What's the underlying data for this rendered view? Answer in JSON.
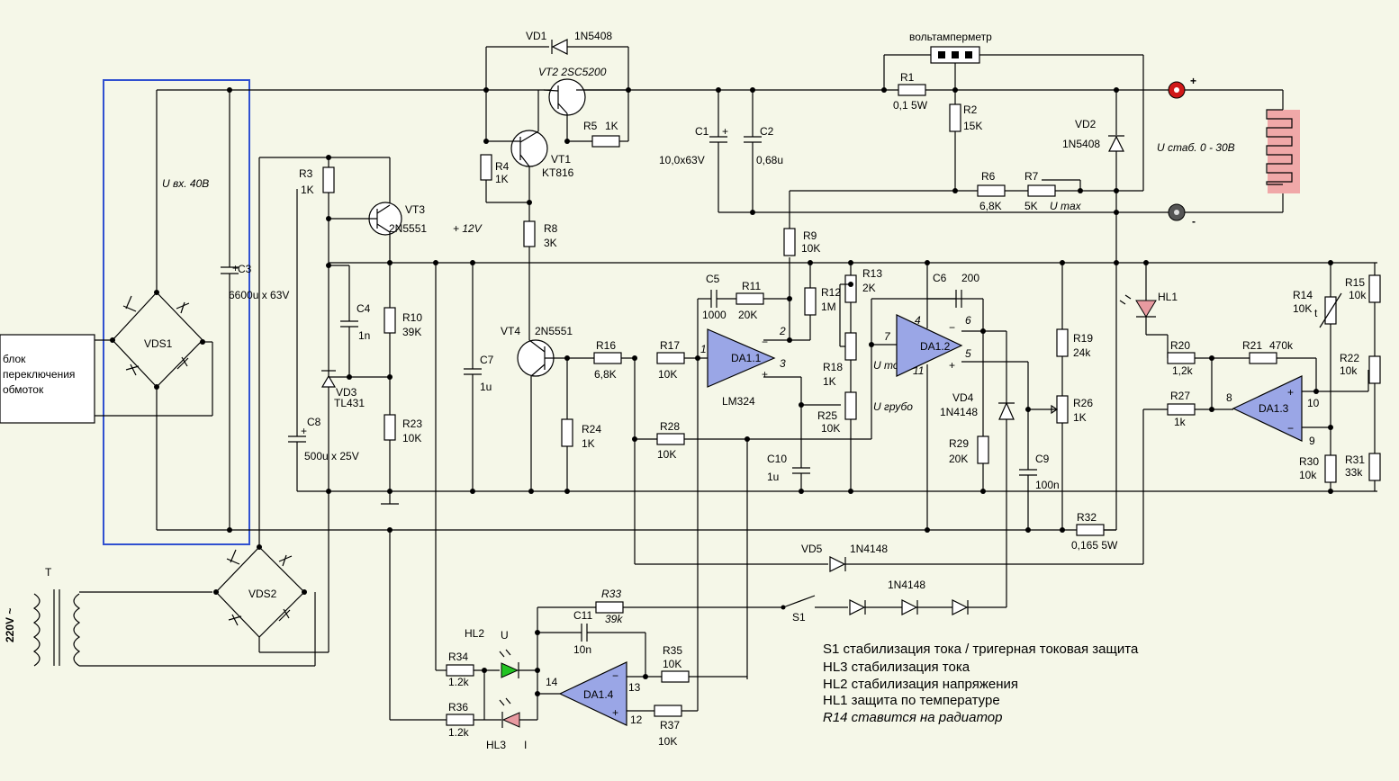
{
  "colors": {
    "background": "#f5f7e8",
    "opamp_fill": "#9aa6e6",
    "selection_box": "#3050d0",
    "led_green": "#22c422",
    "led_red": "#e89aa0",
    "coil": "#f0a8a8",
    "terminal_pos": "#d01818",
    "terminal_neg": "#555555"
  },
  "labels": {
    "vd1": "VD1",
    "vd1_part": "1N5408",
    "vt2": "VT2  2SC5200",
    "vt1": "VT1",
    "vt1_part": "KT816",
    "r5": "R5",
    "r5_val": "1K",
    "r4": "R4",
    "r4_val": "1K",
    "r8": "R8",
    "r8_val": "3K",
    "vt3": "VT3",
    "vt3_part": "2N5551",
    "r3": "R3",
    "r3_val": "1K",
    "plus12": "+ 12V",
    "uvh": "U вх.  40В",
    "c3": "C3",
    "c3_val": "6600u x 63V",
    "block_text": [
      "блок",
      "переключения",
      "обмоток"
    ],
    "vds1": "VDS1",
    "vds2": "VDS2",
    "c4": "C4",
    "c4_val": "1n",
    "r10": "R10",
    "r10_val": "39K",
    "vd3": "VD3",
    "vd3_part": "TL431",
    "r23": "R23",
    "r23_val": "10K",
    "c8": "C8",
    "c8_val": "500u x 25V",
    "c7": "C7",
    "c7_val": "1u",
    "vt4": "VT4",
    "vt4_part": "2N5551",
    "r24": "R24",
    "r24_val": "1K",
    "r16": "R16",
    "r16_val": "6,8K",
    "r17": "R17",
    "r17_val": "10K",
    "r28": "R28",
    "r28_val": "10K",
    "c5": "C5",
    "c5_val": "1000",
    "r11": "R11",
    "r11_val": "20K",
    "da11": "DA1.1",
    "lm324": "LM324",
    "pin1": "1",
    "pin2": "2",
    "pin3": "3",
    "r9": "R9",
    "r9_val": "10K",
    "r12": "R12",
    "r12_val": "1M",
    "r13": "R13",
    "r13_val": "2K",
    "r18": "R18",
    "r18_val": "1K",
    "r25": "R25",
    "r25_val": "10K",
    "c10": "C10",
    "c10_val": "1u",
    "u_tochno": "U точно",
    "u_grubo": "U грубо",
    "c6": "C6",
    "c6_val": "200",
    "da12": "DA1.2",
    "pin4": "4",
    "pin6": "6",
    "pin7": "7",
    "pin5": "5",
    "pin11": "11",
    "vd4": "VD4",
    "vd4_part": "1N4148",
    "r29": "R29",
    "r29_val": "20K",
    "c9": "C9",
    "c9_val": "100n",
    "r19": "R19",
    "r19_val": "24k",
    "r26": "R26",
    "r26_val": "1K",
    "r32": "R32",
    "r32_val": "0,165 5W",
    "vd5": "VD5",
    "vd5_part": "1N4148",
    "c1": "C1",
    "c1_val": "10,0x63V",
    "c2": "C2",
    "c2_val": "0,68u",
    "r1": "R1",
    "r1_val": "0,1 5W",
    "r2": "R2",
    "r2_val": "15K",
    "meter": "вольтамперметр",
    "vd2": "VD2",
    "vd2_part": "1N5408",
    "r6": "R6",
    "r6_val": "6,8K",
    "r7": "R7",
    "r7_val": "5K",
    "umax": "U max",
    "ustab": "U стаб. 0 - 30В",
    "plus": "+",
    "minus": "-",
    "hl1": "HL1",
    "r14": "R14",
    "r14_val": "10K",
    "t_sym": "t",
    "r15": "R15",
    "r15_val": "10k",
    "r20": "R20",
    "r20_val": "1,2k",
    "r21": "R21",
    "r21_val": "470k",
    "r22": "R22",
    "r22_val": "10k",
    "r27": "R27",
    "r27_val": "1k",
    "da13": "DA1.3",
    "pin8": "8",
    "pin10": "10",
    "pin9": "9",
    "r30": "R30",
    "r30_val": "10k",
    "r31": "R31",
    "r31_val": "33k",
    "t": "T",
    "mains": "220V ~",
    "r33": "R33",
    "r33_val": "39k",
    "c11": "C11",
    "c11_val": "10n",
    "s1": "S1",
    "diodes_part": "1N4148",
    "hl2": "HL2",
    "u_letter": "U",
    "r34": "R34",
    "r34_val": "1.2k",
    "r36": "R36",
    "r36_val": "1.2k",
    "hl3": "HL3",
    "i_letter": "I",
    "da14": "DA1.4",
    "pin14": "14",
    "pin13": "13",
    "pin12": "12",
    "r35": "R35",
    "r35_val": "10K",
    "r37": "R37",
    "r37_val": "10K"
  },
  "notes": [
    "S1 стабилизация тока / тригерная токовая защита",
    "HL3  стабилизация тока",
    "HL2 стабилизация напряжения",
    "HL1 защита по температуре",
    "R14 ставится на радиатор"
  ]
}
